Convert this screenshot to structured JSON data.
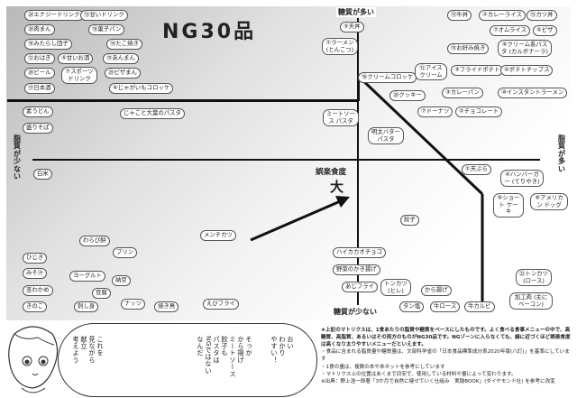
{
  "title": "NG30品",
  "axis": {
    "sweet_more": "糖質が多い",
    "sweet_less": "糖質が少ない",
    "fat_less": "脂質が少ない",
    "fat_more": "脂質が多い",
    "entertainment_small": "娯楽食度",
    "entertainment_big": "大"
  },
  "items": [
    {
      "id": "it1",
      "label": "㉔エナジードリンク"
    },
    {
      "id": "it2",
      "label": "⑬甘いドリンク"
    },
    {
      "id": "it3",
      "label": "⑳肉まん"
    },
    {
      "id": "it4",
      "label": "⑱菓子パン"
    },
    {
      "id": "it5",
      "label": "⑯みたらし団子"
    },
    {
      "id": "it6",
      "label": "⑭たこ焼き"
    },
    {
      "id": "it7",
      "label": "⑫おはぎ"
    },
    {
      "id": "it8",
      "label": "⑤甘いお酒"
    },
    {
      "id": "it9",
      "label": "⑲あんまん"
    },
    {
      "id": "it10",
      "label": "㉖ビール"
    },
    {
      "id": "it11",
      "label": "⑦スポーツ ドリンク"
    },
    {
      "id": "it12",
      "label": "㉕ピザまん"
    },
    {
      "id": "it13",
      "label": "⑰日本酒"
    },
    {
      "id": "it14",
      "label": "⑥じゃがいもコロッケ"
    },
    {
      "id": "it15",
      "label": "⑤天丼"
    },
    {
      "id": "it16",
      "label": "①ラーメン (とんこつ)"
    },
    {
      "id": "it17",
      "label": "⑮お好み焼き"
    },
    {
      "id": "it18",
      "label": "⑬牛丼"
    },
    {
      "id": "it19",
      "label": "②カレーライス"
    },
    {
      "id": "it20",
      "label": "⑬カツ丼"
    },
    {
      "id": "it21",
      "label": "⑦オムライス"
    },
    {
      "id": "it22",
      "label": "⑤ピザ"
    },
    {
      "id": "it23",
      "label": "⑥クリーム系パスタ (カルボナーラ)"
    },
    {
      "id": "it24",
      "label": "⑯クリームコロッケ"
    },
    {
      "id": "it25",
      "label": "⑫アイス クリーム"
    },
    {
      "id": "it26",
      "label": "③フライドポテト"
    },
    {
      "id": "it27",
      "label": "④ポテトチップス"
    },
    {
      "id": "it28",
      "label": "⑳クッキー"
    },
    {
      "id": "it29",
      "label": "③カレーパン"
    },
    {
      "id": "it30",
      "label": "⑩インスタントラーメン"
    },
    {
      "id": "it31",
      "label": "⑦ドーナツ"
    },
    {
      "id": "it32",
      "label": "②チョコレート"
    },
    {
      "id": "it33",
      "label": "素うどん"
    },
    {
      "id": "it34",
      "label": "盛りそば"
    },
    {
      "id": "it35",
      "label": "じゃこと大葉のパスタ"
    },
    {
      "id": "it36",
      "label": "ミートソース パスタ"
    },
    {
      "id": "it37",
      "label": "明太バター パスタ"
    },
    {
      "id": "it38",
      "label": "白米"
    },
    {
      "id": "it39",
      "label": "①天ぷら"
    },
    {
      "id": "it40",
      "label": "④ハンバーガー (てりやき)"
    },
    {
      "id": "it41",
      "label": "⑨ショート ケーキ"
    },
    {
      "id": "it42",
      "label": "⑧アメリカン ドッグ"
    },
    {
      "id": "it43",
      "label": "餃子"
    },
    {
      "id": "it44",
      "label": "メンチカツ"
    },
    {
      "id": "it45",
      "label": "わらび餅"
    },
    {
      "id": "it46",
      "label": "プリン"
    },
    {
      "id": "it47",
      "label": "ひじき"
    },
    {
      "id": "it48",
      "label": "みそ汁"
    },
    {
      "id": "it49",
      "label": "ヨーグルト"
    },
    {
      "id": "it50",
      "label": "納豆"
    },
    {
      "id": "it51",
      "label": "茎わかめ"
    },
    {
      "id": "it52",
      "label": "豆腐"
    },
    {
      "id": "it53",
      "label": "きのこ"
    },
    {
      "id": "it54",
      "label": "刺し身"
    },
    {
      "id": "it55",
      "label": "ナッツ"
    },
    {
      "id": "it56",
      "label": "焼き鳥"
    },
    {
      "id": "it57",
      "label": "えびフライ"
    },
    {
      "id": "it58",
      "label": "ハイカカオチョコ"
    },
    {
      "id": "it59",
      "label": "野菜のかき揚げ"
    },
    {
      "id": "it60",
      "label": "あじフライ"
    },
    {
      "id": "it61",
      "label": "トンカツ (ヒレ)"
    },
    {
      "id": "it62",
      "label": "から揚げ"
    },
    {
      "id": "it63",
      "label": "タン塩"
    },
    {
      "id": "it64",
      "label": "牛ロース"
    },
    {
      "id": "it65",
      "label": "牛カルビ"
    },
    {
      "id": "it66",
      "label": "㉒トンカツ (ロース)"
    },
    {
      "id": "it67",
      "label": "加工肉 (主にベーコン)"
    }
  ],
  "notes": {
    "n1": "★上記のマトリクスは、1食あたりの脂質や糖質をベースにしたものです。よく食べる食事メニューの中で、高糖質、高脂質、あるいはその両方のものがNG30品です。NGゾーンに入らなくても、線に近づくほど娯楽食度は高くなり太りやすいメニューだといえます。",
    "n2": "・食品に含まれる脂質量や糖質量は、文部科学省の「日本食品標準成分表2020年版(八訂)」を基準にしています",
    "n3": "・1食の量は、複数の本や本ネットを参考にしています",
    "n4": "・マトリクス上の位置はあくまで目安で、使用している材料や量によって変わります。",
    "source": "※出典：野上浩一郎著「3か月で自然に痩せていく仕組み　実践BOOK」(ダイヤモンド社) を参考に改変"
  },
  "speech": {
    "c1": "おい",
    "c2": "わかり",
    "c3": "やすい！",
    "c4": "そっか",
    "c5": "から揚げ",
    "c6": "ミートソース",
    "c7": "餃子も",
    "c8": "パスタは",
    "c9": "NGではない",
    "c10": "なんだ",
    "c11": "これを",
    "c12": "見ながら",
    "c13": "献立",
    "c14": "考えよう"
  }
}
